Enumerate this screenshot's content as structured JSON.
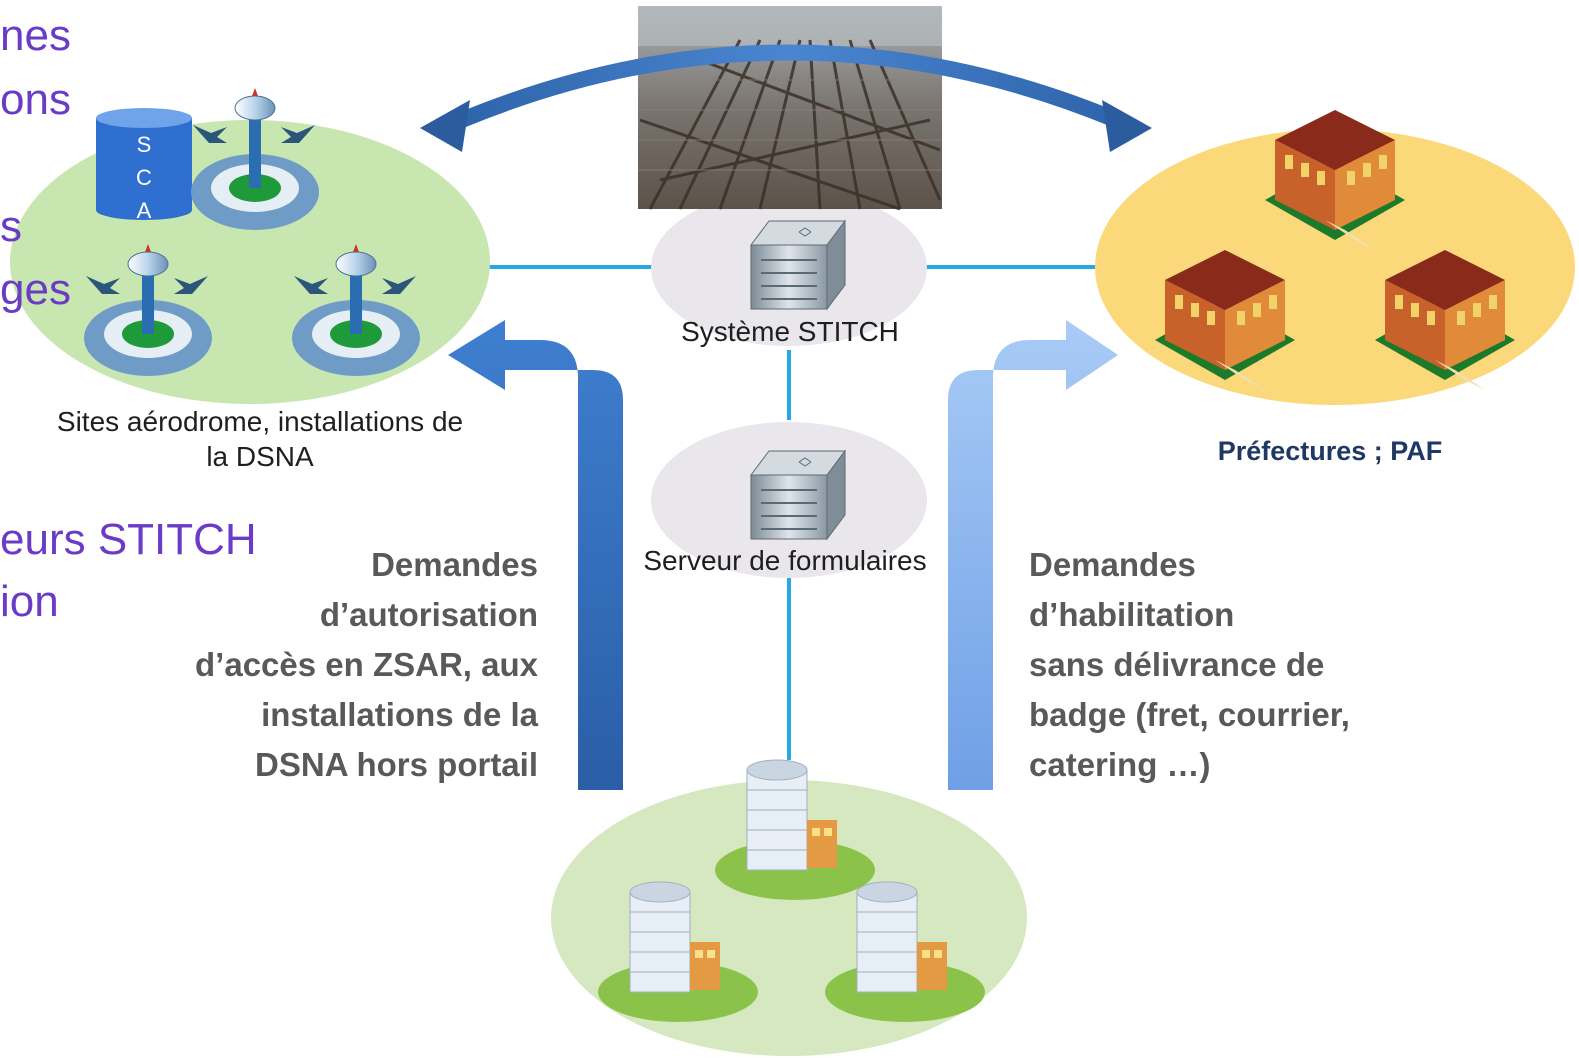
{
  "left_cut_text": {
    "line1": "nes",
    "line2": "ons",
    "line3": "s",
    "line4": "ges",
    "line5": "eurs STITCH",
    "line6": "ion"
  },
  "sca_label": [
    "S",
    "C",
    "A"
  ],
  "nodes": {
    "aerodrome": {
      "caption_line1": "Sites aérodrome, installations de",
      "caption_line2": "la DSNA"
    },
    "prefectures": {
      "caption": "Préfectures  ; PAF"
    },
    "stitch": {
      "label": "Système STITCH"
    },
    "form_server": {
      "label": "Serveur de formulaires"
    }
  },
  "flows": {
    "left": [
      "Demandes",
      "d’autorisation",
      "d’accès en ZSAR, aux",
      "installations de la",
      "DSNA hors portail"
    ],
    "right": [
      "Demandes",
      "d’habilitation",
      "sans délivrance de",
      "badge (fret, courrier,",
      "catering …)"
    ]
  },
  "colors": {
    "purple_text": "#6a3bc6",
    "green_ellipse": "#c8e6b0",
    "yellow_ellipse": "#fbd97a",
    "gray_ellipse": "#e9e6ec",
    "connector": "#26a9e0",
    "arrow_dark": "#2b62a8",
    "arrow_light": "#9cc3f5"
  }
}
